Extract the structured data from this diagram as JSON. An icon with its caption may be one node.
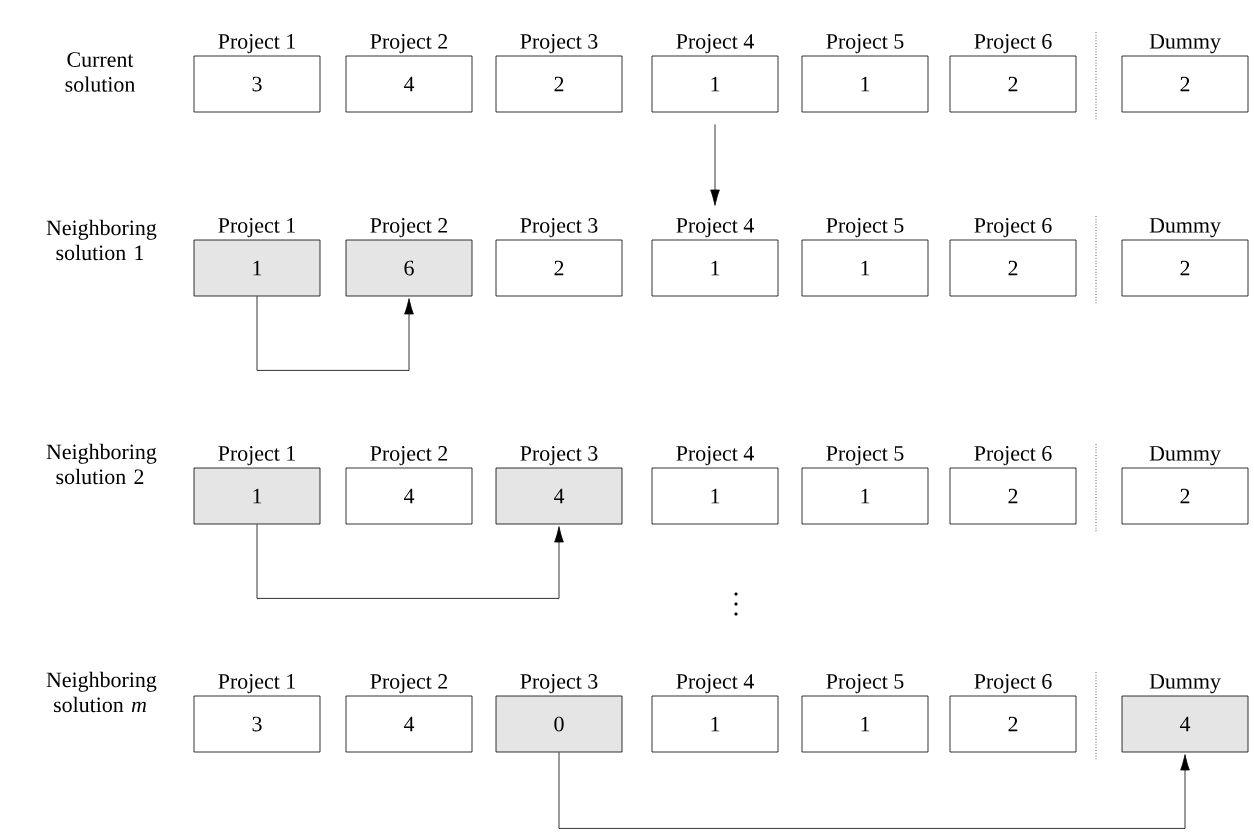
{
  "diagram": {
    "nodes": [
      {
        "text": [
          "Project 1",
          "3"
        ]
      },
      {
        "text": [
          "Project 2",
          "4"
        ]
      },
      {
        "text": [
          "Project 3",
          "2"
        ]
      },
      {
        "text": [
          "Project 4",
          "1"
        ]
      },
      {
        "text": [
          "Project 5",
          "1"
        ]
      },
      {
        "text": [
          "Project 6",
          "2"
        ]
      },
      {
        "text": [
          "Dummy",
          "2"
        ]
      },
      {
        "text": [
          "Project 1",
          "1"
        ]
      },
      {
        "text": [
          "Project 2",
          "6"
        ]
      },
      {
        "text": [
          "Project 3",
          "2"
        ]
      },
      {
        "text": [
          "Project 4",
          "1"
        ]
      },
      {
        "text": [
          "Project 5",
          "1"
        ]
      },
      {
        "text": [
          "Project 6",
          "2"
        ]
      },
      {
        "text": [
          "Dummy",
          "2"
        ]
      },
      {
        "text": [
          "Project 1",
          "1"
        ]
      },
      {
        "text": [
          "Project 2",
          "4"
        ]
      },
      {
        "text": [
          "Project 3",
          "4"
        ]
      },
      {
        "text": [
          "Project 4",
          "1"
        ]
      },
      {
        "text": [
          "Project 5",
          "1"
        ]
      },
      {
        "text": [
          "Project 6",
          "2"
        ]
      },
      {
        "text": [
          "Dummy",
          "2"
        ]
      },
      {
        "text": [
          "Project 1",
          "3"
        ]
      },
      {
        "text": [
          "Project 2",
          "4"
        ]
      },
      {
        "text": [
          "Project 3",
          "0"
        ]
      },
      {
        "text": [
          "Project 4",
          "1"
        ]
      },
      {
        "text": [
          "Project 5",
          "1"
        ]
      },
      {
        "text": [
          "Project 6",
          "2"
        ]
      },
      {
        "text": [
          "Dummy",
          "4"
        ]
      }
    ],
    "edges": [
      {
        "from": 3,
        "to": 10,
        "arrow": "to"
      },
      {
        "from": 7,
        "to": 8,
        "arrow": "to"
      },
      {
        "from": 14,
        "to": 16,
        "arrow": "to"
      },
      {
        "from": 23,
        "to": 27,
        "arrow": "to"
      }
    ],
    "labels": [
      "Current solution",
      "Neighboring solution 1",
      "Neighboring solution 2",
      "Neighboring solution *m*"
    ]
  }
}
